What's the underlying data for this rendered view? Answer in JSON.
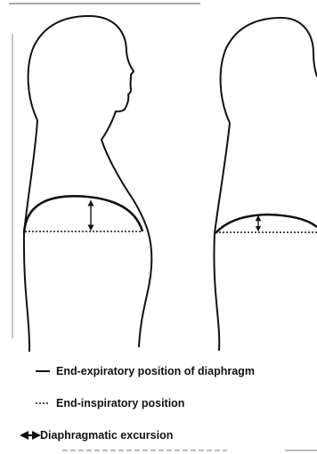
{
  "legend": {
    "solid_label": "End-expiratory position of diaphragm",
    "dotted_label": "End-inspiratory position",
    "arrow_label": "Diaphragmatic excursion"
  },
  "panels": [
    {
      "name": "left-figure",
      "diaphragm_dome": "high",
      "excursion": "large"
    },
    {
      "name": "right-figure",
      "diaphragm_dome": "low",
      "excursion": "small"
    }
  ],
  "colors": {
    "ink": "#111111",
    "background": "#ffffff"
  }
}
